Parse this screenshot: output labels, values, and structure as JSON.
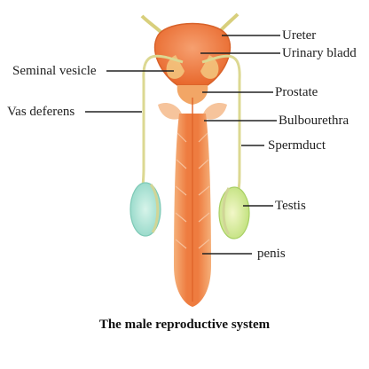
{
  "labels": {
    "ureter": "Ureter",
    "urinary_bladder": "Urinary bladd",
    "seminal_vesicle": "Seminal vesicle",
    "prostate": "Prostate",
    "vas_deferens": "Vas deferens",
    "bulbourethral": "Bulbourethra",
    "spermduct": "Spermduct",
    "testis": "Testis",
    "penis": "penis"
  },
  "caption": "The male reproductive system",
  "colors": {
    "bladder": "#f07a3a",
    "duct": "#d8d48a",
    "testis_fill": "#aee4d6",
    "testis_right": "#d9ec98",
    "penis": "#f08848",
    "gland": "#f6c49c",
    "leader": "#222222"
  }
}
